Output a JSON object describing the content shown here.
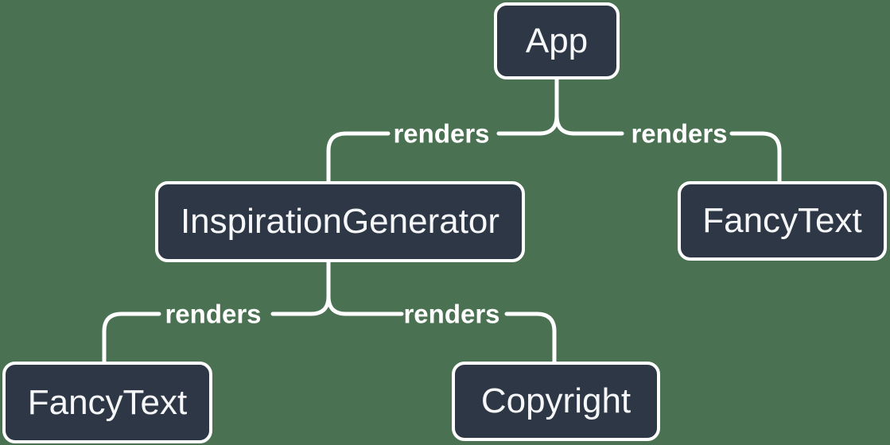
{
  "palette": {
    "background": "#4a7252",
    "node_fill": "#2e3745",
    "node_border": "#ffffff",
    "edge_stroke": "#ffffff",
    "text_color": "#f6f7f9"
  },
  "diagram": {
    "type": "component-render-tree",
    "nodes": [
      {
        "id": "app",
        "label": "App"
      },
      {
        "id": "inspiration-generator",
        "label": "InspirationGenerator"
      },
      {
        "id": "fancy-text-right",
        "label": "FancyText"
      },
      {
        "id": "fancy-text-left",
        "label": "FancyText"
      },
      {
        "id": "copyright",
        "label": "Copyright"
      }
    ],
    "edges": [
      {
        "from": "app",
        "to": "inspiration-generator",
        "label": "renders"
      },
      {
        "from": "app",
        "to": "fancy-text-right",
        "label": "renders"
      },
      {
        "from": "inspiration-generator",
        "to": "fancy-text-left",
        "label": "renders"
      },
      {
        "from": "inspiration-generator",
        "to": "copyright",
        "label": "renders"
      }
    ]
  }
}
